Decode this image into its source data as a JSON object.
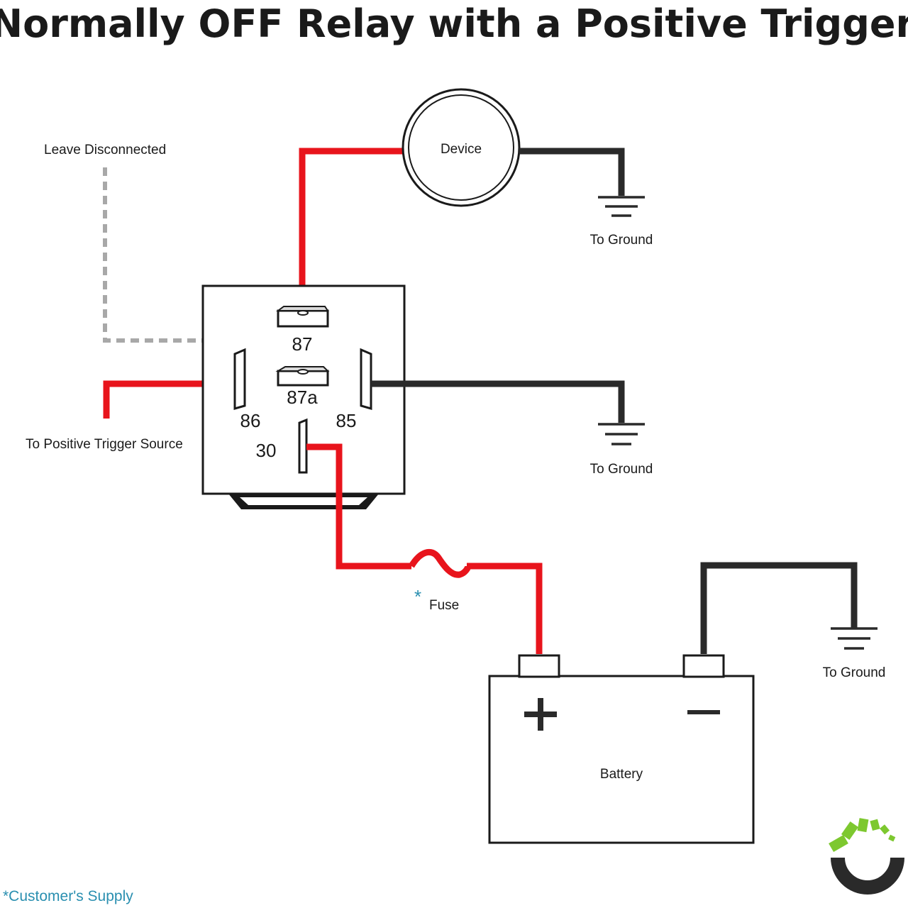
{
  "title": "Normally OFF Relay with a Positive Trigger",
  "labels": {
    "leave_disconnected": "Leave Disconnected",
    "device": "Device",
    "to_ground": "To Ground",
    "positive_trigger": "To Positive Trigger Source",
    "fuse_mark": "*",
    "fuse": "Fuse",
    "battery": "Battery",
    "battery_plus": "+",
    "battery_minus": "−"
  },
  "pins": {
    "p87": "87",
    "p87a": "87a",
    "p86": "86",
    "p85": "85",
    "p30": "30"
  },
  "footnote": "*Customer's Supply",
  "colors": {
    "positive_wire": "#e8141c",
    "ground_wire": "#2a2a2a",
    "unused_wire": "#a8a8a8",
    "footnote": "#2a8fb0",
    "logo_green": "#7dc82f",
    "logo_dark": "#2a2a2a"
  },
  "icons": [
    "ground-symbol-icon",
    "fuse-icon",
    "battery-icon",
    "relay-icon",
    "brand-logo-icon"
  ]
}
